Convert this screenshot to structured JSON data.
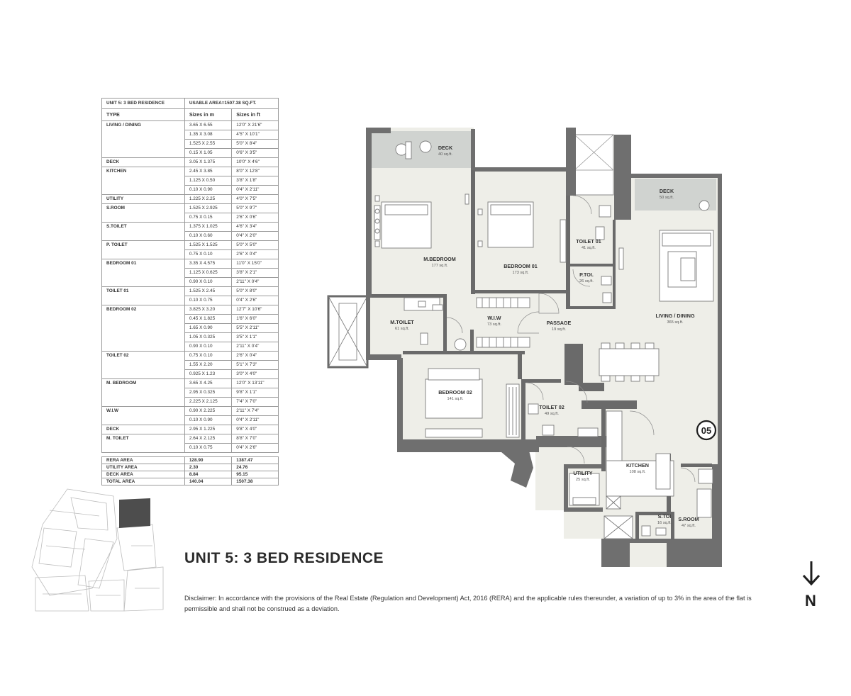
{
  "spec_table": {
    "unit_label": "UNIT 5: 3 BED RESIDENCE",
    "usable_area": "USABLE AREA=1507.38 SQ.FT.",
    "col_type": "TYPE",
    "col_m": "Sizes in m",
    "col_ft": "Sizes in ft",
    "rows": [
      {
        "type": "LIVING / DINING",
        "m": "3.65 X 6.55",
        "ft": "12'0\" X 21'6\""
      },
      {
        "type": "",
        "m": "1.35 X 3.08",
        "ft": "4'5\" X 10'1\""
      },
      {
        "type": "",
        "m": "1.525 X 2.55",
        "ft": "5'0\" X 8'4\""
      },
      {
        "type": "",
        "m": "0.15 X 1.05",
        "ft": "0'6\" X 3'5\""
      },
      {
        "type": "DECK",
        "m": "3.05 X 1.375",
        "ft": "10'0\" X 4'6\""
      },
      {
        "type": "KITCHEN",
        "m": "2.45 X 3.85",
        "ft": "8'0\" X 12'8\""
      },
      {
        "type": "",
        "m": "1.125 X 0.50",
        "ft": "3'8\" X 1'8\""
      },
      {
        "type": "",
        "m": "0.10 X 0.90",
        "ft": "0'4\" X 2'11\""
      },
      {
        "type": "UTILITY",
        "m": "1.225 X 2.25",
        "ft": "4'0\" X 7'5\""
      },
      {
        "type": "S.ROOM",
        "m": "1.525 X 2.925",
        "ft": "5'0\" X 9'7\""
      },
      {
        "type": "",
        "m": "0.75 X 0.15",
        "ft": "2'6\" X 0'6\""
      },
      {
        "type": "S.TOILET",
        "m": "1.375 X 1.025",
        "ft": "4'6\" X 3'4\""
      },
      {
        "type": "",
        "m": "0.10 X 0.60",
        "ft": "0'4\" X 2'0\""
      },
      {
        "type": "P. TOILET",
        "m": "1.525 X 1.525",
        "ft": "5'0\" X 5'0\""
      },
      {
        "type": "",
        "m": "0.75 X 0.10",
        "ft": "2'6\" X 0'4\""
      },
      {
        "type": "BEDROOM 01",
        "m": "3.35 X 4.575",
        "ft": "11'0\" X 15'0\""
      },
      {
        "type": "",
        "m": "1.125 X 0.625",
        "ft": "3'8\" X 2'1\""
      },
      {
        "type": "",
        "m": "0.90 X 0.10",
        "ft": "2'11\" X 0'4\""
      },
      {
        "type": "TOILET 01",
        "m": "1.525 X 2.45",
        "ft": "5'0\" X 8'0\""
      },
      {
        "type": "",
        "m": "0.10 X 0.75",
        "ft": "0'4\" X 2'6\""
      },
      {
        "type": "BEDROOM 02",
        "m": "3.825 X 3.20",
        "ft": "12'7\" X 10'6\""
      },
      {
        "type": "",
        "m": "0.45 X 1.825",
        "ft": "1'6\" X 6'0\""
      },
      {
        "type": "",
        "m": "1.65 X 0.90",
        "ft": "5'5\" X 2'11\""
      },
      {
        "type": "",
        "m": "1.05 X 0.325",
        "ft": "3'5\" X 1'1\""
      },
      {
        "type": "",
        "m": "0.90 X 0.10",
        "ft": "2'11\" X 0'4\""
      },
      {
        "type": "TOILET 02",
        "m": "0.75 X 0.10",
        "ft": "2'6\" X 0'4\""
      },
      {
        "type": "",
        "m": "1.55 X 2.20",
        "ft": "5'1\" X 7'3\""
      },
      {
        "type": "",
        "m": "0.925 X 1.23",
        "ft": "3'0\" X 4'0\""
      },
      {
        "type": "M. BEDROOM",
        "m": "3.65 X 4.25",
        "ft": "12'0\" X 13'11\""
      },
      {
        "type": "",
        "m": "2.95 X 0.325",
        "ft": "9'8\" X 1'1\""
      },
      {
        "type": "",
        "m": "2.225 X 2.125",
        "ft": "7'4\" X 7'0\""
      },
      {
        "type": "W.I.W",
        "m": "0.90 X 2.225",
        "ft": "2'11\" X 7'4\""
      },
      {
        "type": "",
        "m": "0.10 X 0.90",
        "ft": "0'4\" X 2'11\""
      },
      {
        "type": "DECK",
        "m": "2.95 X 1.225",
        "ft": "9'8\" X 4'0\""
      },
      {
        "type": "M. TOILET",
        "m": "2.64 X 2.125",
        "ft": "8'8\" X 7'0\""
      },
      {
        "type": "",
        "m": "0.10 X 0.75",
        "ft": "0'4\" X 2'6\""
      }
    ],
    "summary": [
      {
        "type": "RERA AREA",
        "m": "128.90",
        "ft": "1387.47"
      },
      {
        "type": "UTILITY AREA",
        "m": "2.30",
        "ft": "24.76"
      },
      {
        "type": "DECK AREA",
        "m": "8.84",
        "ft": "95.15"
      },
      {
        "type": "TOTAL AREA",
        "m": "140.04",
        "ft": "1507.38"
      }
    ]
  },
  "rooms": [
    {
      "name": "DECK",
      "area": "40 sq.ft."
    },
    {
      "name": "M.BEDROOM",
      "area": "177 sq.ft."
    },
    {
      "name": "BEDROOM 01",
      "area": "173 sq.ft."
    },
    {
      "name": "TOILET 01",
      "area": "41 sq.ft."
    },
    {
      "name": "P.TOI.",
      "area": "26 sq.ft."
    },
    {
      "name": "DECK",
      "area": "50 sq.ft."
    },
    {
      "name": "LIVING / DINING",
      "area": "365 sq.ft."
    },
    {
      "name": "M.TOILET",
      "area": "61 sq.ft."
    },
    {
      "name": "W.I.W",
      "area": "73 sq.ft."
    },
    {
      "name": "PASSAGE",
      "area": "19 sq.ft."
    },
    {
      "name": "BEDROOM 02",
      "area": "141 sq.ft."
    },
    {
      "name": "TOILET 02",
      "area": "49 sq.ft."
    },
    {
      "name": "KITCHEN",
      "area": "108 sq.ft."
    },
    {
      "name": "UTILITY",
      "area": "25 sq.ft."
    },
    {
      "name": "S.TOI",
      "area": "16 sq.ft."
    },
    {
      "name": "S.ROOM",
      "area": "47 sq.ft."
    }
  ],
  "unit_badge": "05",
  "title": "UNIT 5: 3 BED RESIDENCE",
  "disclaimer": "Disclaimer: In accordance with the provisions of the Real Estate (Regulation and Development) Act, 2016 (RERA) and the applicable rules thereunder, a variation of up to 3% in the area of the flat is permissible and shall not be construed as a deviation.",
  "north_label": "N",
  "colors": {
    "wall": "#6f6f6f",
    "floor": "#eeeee8",
    "deck": "#d0d3d0",
    "furniture": "#ffffff",
    "line": "#555555"
  }
}
